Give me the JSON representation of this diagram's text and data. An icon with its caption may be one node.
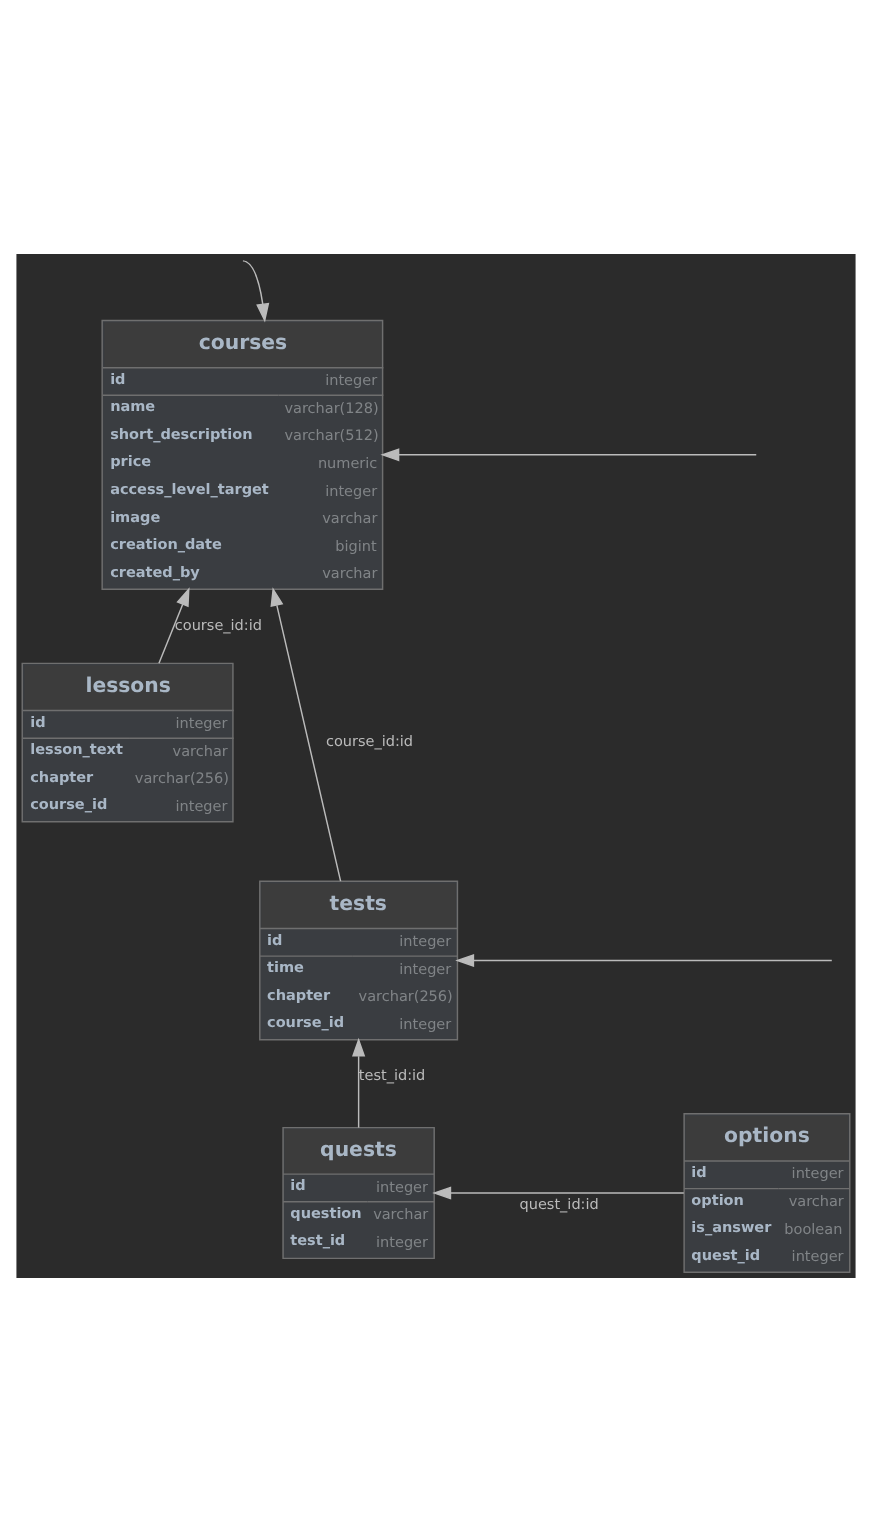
{
  "diagram": {
    "nodes": [
      {
        "text": [
          "courses",
          "id",
          "integer",
          "name",
          "varchar(128)",
          "short_description",
          "varchar(512)",
          "price",
          "numeric",
          "access_level_target",
          "integer",
          "image",
          "varchar",
          "creation_date",
          "bigint",
          "created_by",
          "varchar"
        ]
      },
      {
        "text": [
          "lessons",
          "id",
          "integer",
          "lesson_text",
          "varchar",
          "chapter",
          "varchar(256)",
          "course_id",
          "integer"
        ]
      },
      {
        "text": [
          "tests",
          "id",
          "integer",
          "time",
          "integer",
          "chapter",
          "varchar(256)",
          "course_id",
          "integer"
        ]
      },
      {
        "text": [
          "quests",
          "id",
          "integer",
          "question",
          "varchar",
          "test_id",
          "integer"
        ]
      },
      {
        "text": [
          "options",
          "id",
          "integer",
          "option",
          "varchar",
          "is_answer",
          "boolean",
          "quest_id",
          "integer"
        ]
      }
    ],
    "edges": [
      {
        "from": null,
        "to": 0,
        "arrow": "to"
      },
      {
        "from": null,
        "to": 0,
        "arrow": "to"
      },
      {
        "from": 1,
        "to": 0,
        "arrow": "to",
        "label": "course_id:id"
      },
      {
        "from": 2,
        "to": 0,
        "arrow": "to",
        "label": "course_id:id"
      },
      {
        "from": null,
        "to": 2,
        "arrow": "to"
      },
      {
        "from": 3,
        "to": 2,
        "arrow": "to",
        "label": "test_id:id"
      },
      {
        "from": 4,
        "to": 3,
        "arrow": "to",
        "label": "quest_id:id"
      }
    ]
  }
}
